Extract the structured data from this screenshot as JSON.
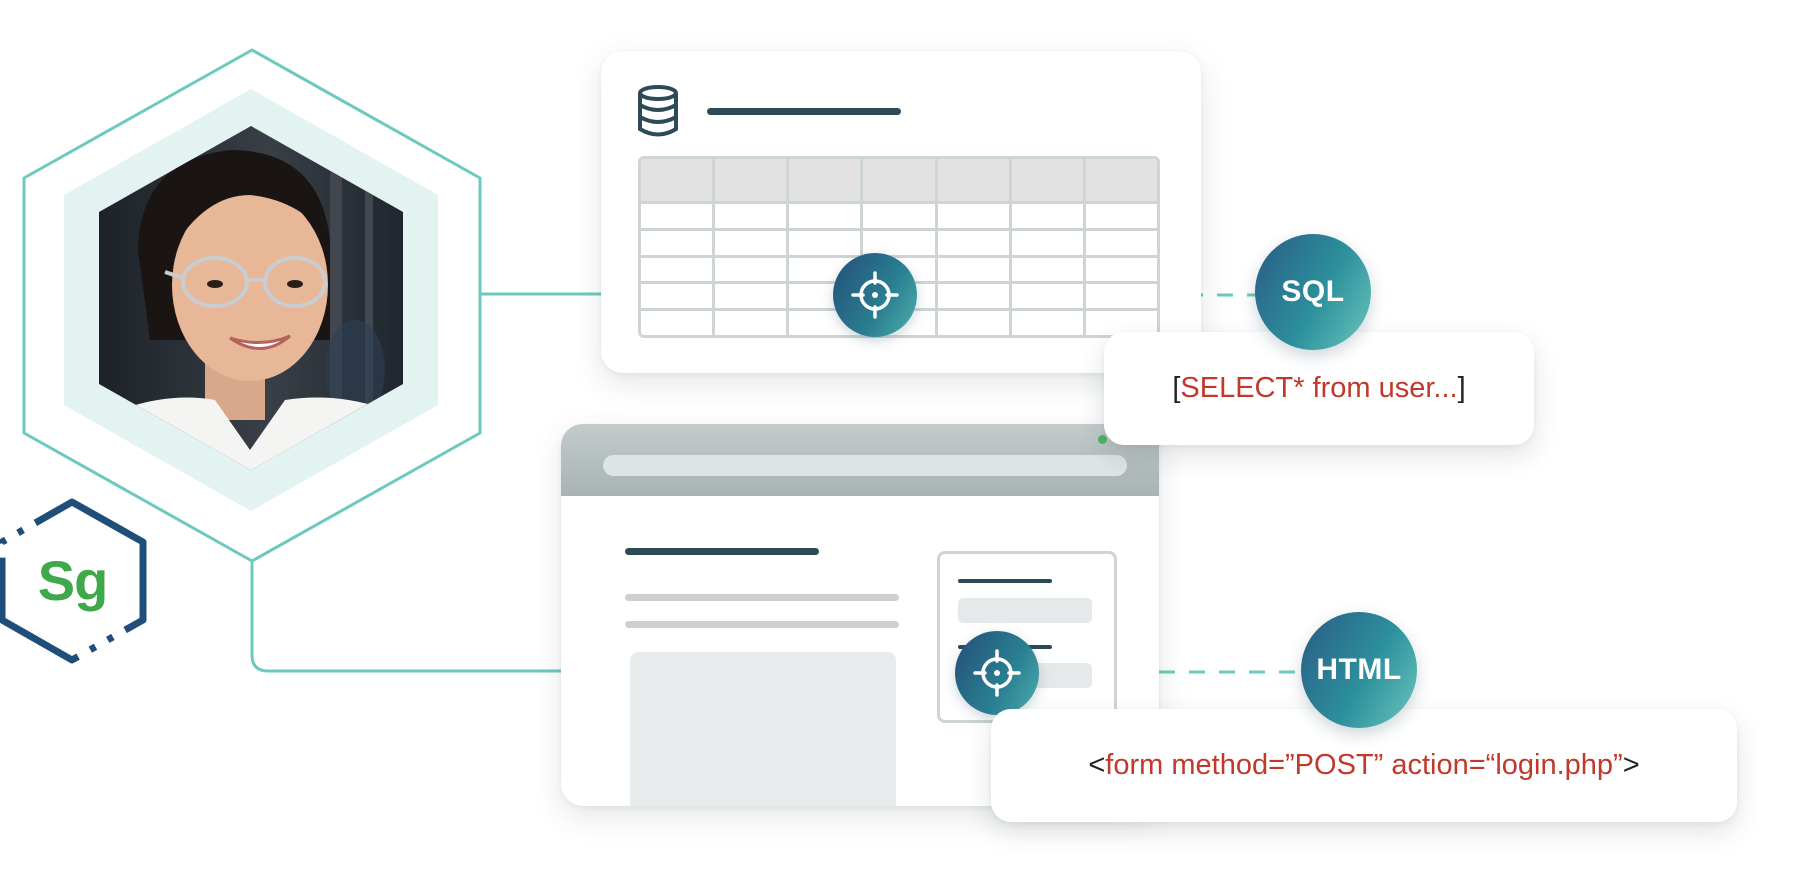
{
  "sql_badge": "SQL",
  "html_badge": "HTML",
  "sql_code": {
    "open": "[",
    "code": "SELECT* from user...",
    "close": "]"
  },
  "html_code": {
    "open": "<",
    "code": "form method=”POST” action=“login.php”",
    "close": ">"
  },
  "logo_text": "Sg",
  "colors": {
    "teal_line": "#6cc9bd",
    "navy": "#1f4e7a",
    "logo_green": "#3ea84a",
    "code_red": "#c0392b",
    "dark_slate": "#2d4a57"
  },
  "icons": {
    "database": "database-icon",
    "target": "crosshair-icon",
    "person": "person-photo",
    "logo": "hexagon-logo"
  }
}
